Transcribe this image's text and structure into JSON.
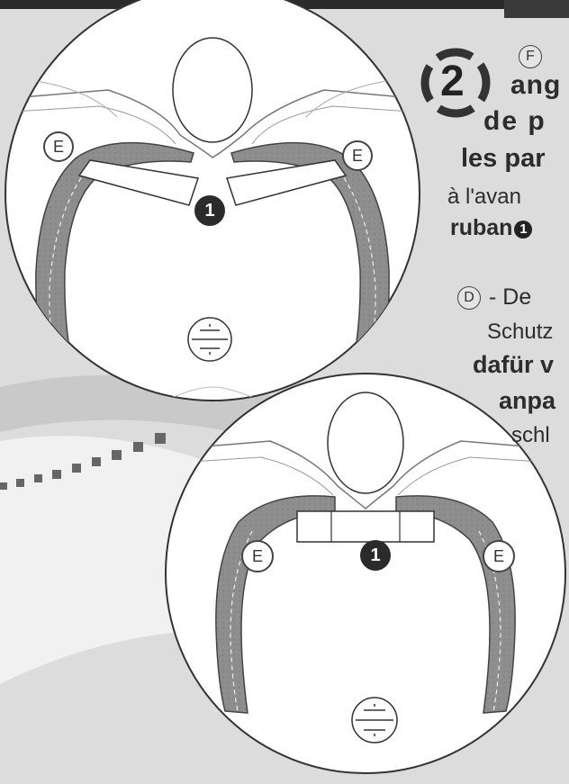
{
  "step": {
    "number": "2"
  },
  "french": {
    "lang_mark": "F",
    "line1": "ang",
    "line2": "de p",
    "line3": "les par",
    "line4": "à l'avan",
    "line5_word": "ruban",
    "line5_mark": "1"
  },
  "german": {
    "lang_mark": "D",
    "line1": "- De",
    "line2": "Schutz",
    "line3": "dafür v",
    "line4": "anpa",
    "line5": "schl"
  },
  "illustration_top": {
    "pad_left_label": "E",
    "pad_right_label": "E",
    "ribbon_label": "1"
  },
  "illustration_bottom": {
    "pad_left_label": "E",
    "pad_right_label": "E",
    "ribbon_label": "1"
  }
}
